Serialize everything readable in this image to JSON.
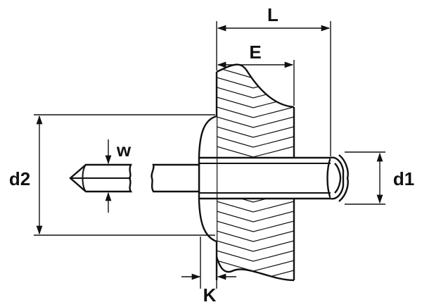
{
  "diagram": {
    "labels": {
      "L": "L",
      "E": "E",
      "w": "w",
      "d2": "d2",
      "d1": "d1",
      "K": "K"
    },
    "colors": {
      "line": "#111111",
      "background": "#ffffff"
    }
  }
}
